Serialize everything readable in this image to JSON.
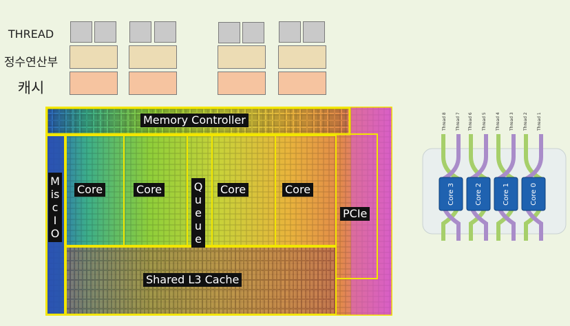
{
  "legend": {
    "thread": "THREAD",
    "int_unit": "정수연산부",
    "cache": "캐시"
  },
  "die": {
    "memory_controller": "Memory Controller",
    "misc_io": "Misc IO",
    "cores": [
      "Core",
      "Core",
      "Core",
      "Core"
    ],
    "queue": "Queue",
    "pcie": "PCIe",
    "l3": "Shared L3 Cache"
  },
  "package": {
    "threads": [
      "Thread 8",
      "Thread 7",
      "Thread 6",
      "Thread 5",
      "Thread 4",
      "Thread 3",
      "Thread 2",
      "Thread 1"
    ],
    "cores": [
      "Core 3",
      "Core 2",
      "Core 1",
      "Core 0"
    ]
  },
  "colors": {
    "thread_block": "#c9c9c9",
    "int_block": "#ecdcb4",
    "cache_block": "#f6c4a0",
    "die_outline": "#f2e600",
    "core_box": "#1f62b0",
    "thread_green": "#a6cf6a",
    "thread_purple": "#a98cc9"
  }
}
